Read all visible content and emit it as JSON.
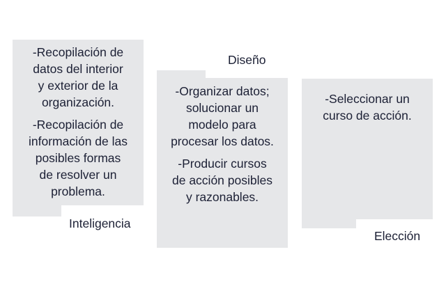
{
  "colors": {
    "panel": "#e6e7e9",
    "text": "#1c2035",
    "background": "#ffffff"
  },
  "phases": [
    {
      "label": "Inteligencia",
      "paragraphs": [
        [
          "-Recopilación de",
          "datos del interior",
          "y exterior de la",
          "organización."
        ],
        [
          "-Recopilación de",
          "información de las",
          "posibles formas",
          "de resolver un",
          "problema."
        ]
      ]
    },
    {
      "label": "Diseño",
      "paragraphs": [
        [
          "-Organizar datos;",
          "solucionar un",
          "modelo para",
          "procesar los datos."
        ],
        [
          "-Producir cursos",
          "de acción posibles",
          "y razonables."
        ]
      ]
    },
    {
      "label": "Elección",
      "paragraphs": [
        [
          "-Seleccionar un",
          "curso de acción."
        ]
      ]
    }
  ]
}
